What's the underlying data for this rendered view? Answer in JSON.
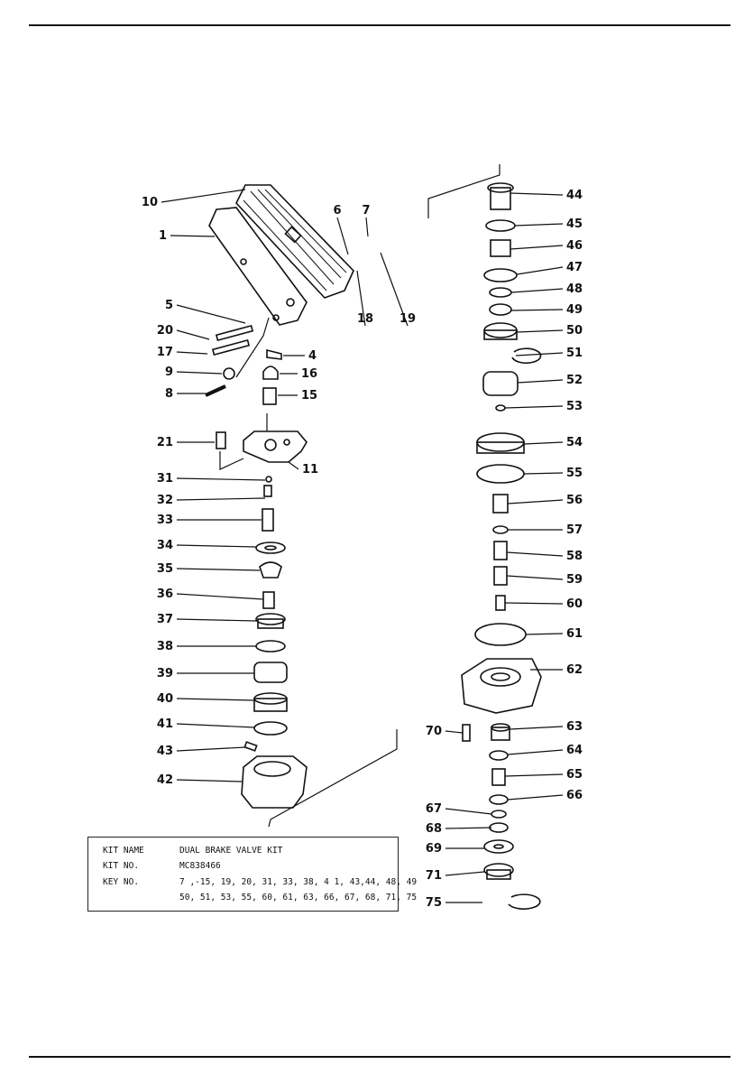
{
  "kit_table": {
    "name_key": "KIT  NAME",
    "name_value": "DUAL BRAKE VALVE KIT",
    "no_key": "KIT  NO.",
    "no_value": "MC838466",
    "key_key": "KEY  NO.",
    "key_value_1": "7 ,-15, 19, 20, 31, 33, 38, 4 1, 43,44, 48, 49",
    "key_value_2": "50, 51, 53, 55, 60, 61, 63, 66, 67, 68, 71, 75"
  },
  "callouts": [
    "1",
    "4",
    "5",
    "6",
    "7",
    "8",
    "9",
    "10",
    "11",
    "15",
    "16",
    "17",
    "18",
    "19",
    "20",
    "21",
    "31",
    "32",
    "33",
    "34",
    "35",
    "36",
    "37",
    "38",
    "39",
    "40",
    "41",
    "42",
    "43",
    "44",
    "45",
    "46",
    "47",
    "48",
    "49",
    "50",
    "51",
    "52",
    "53",
    "54",
    "55",
    "56",
    "57",
    "58",
    "59",
    "60",
    "61",
    "62",
    "63",
    "64",
    "65",
    "66",
    "67",
    "68",
    "69",
    "70",
    "71",
    "75"
  ]
}
